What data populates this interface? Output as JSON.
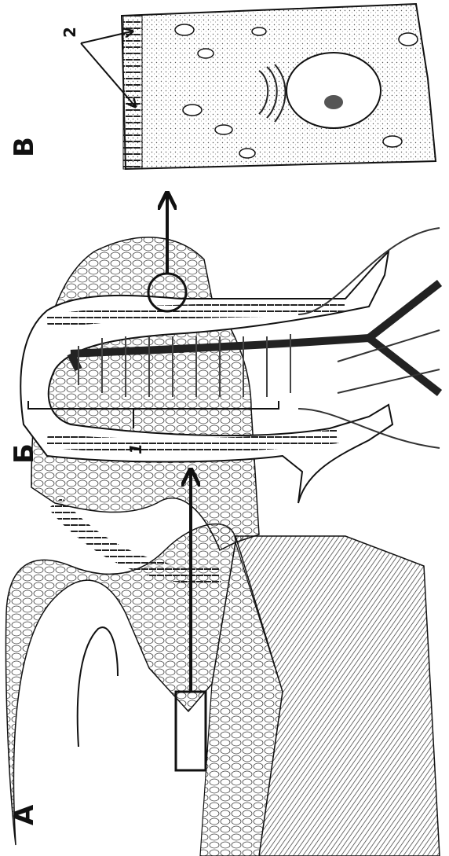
{
  "labels": {
    "panel_a": "А",
    "panel_b": "Б",
    "panel_v": "В",
    "number_1": "1",
    "number_2": "2"
  },
  "colors": {
    "ink": "#111111",
    "paper": "#ffffff",
    "shade": "#3a3a3a",
    "light": "#bdbdbd"
  }
}
